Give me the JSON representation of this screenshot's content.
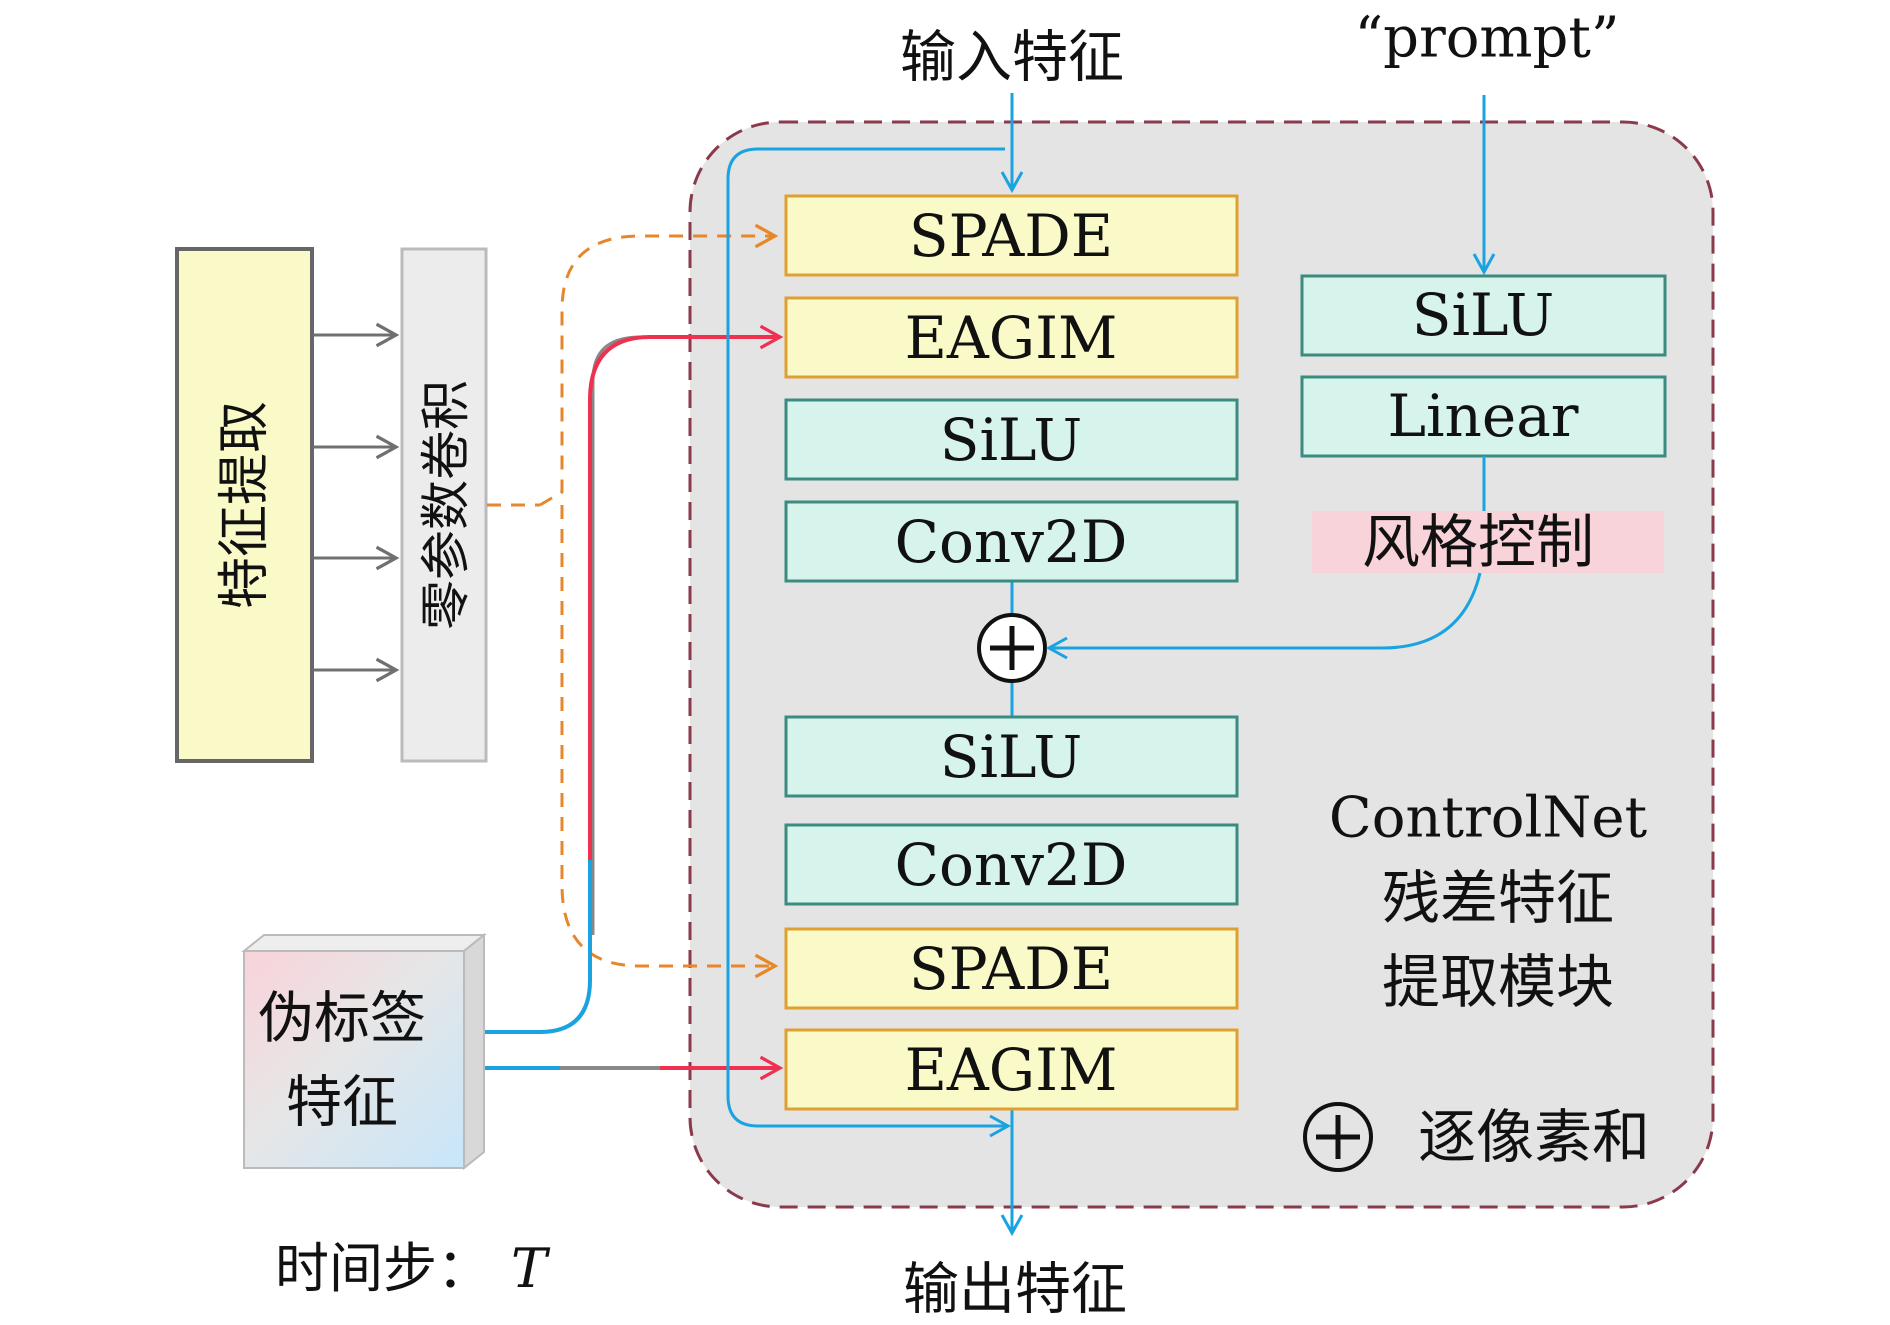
{
  "colors": {
    "module_bg": "#e4e4e4",
    "module_border": "#8a3a4a",
    "yellow_fill": "#fafac8",
    "yellow_border": "#e0a030",
    "teal_fill": "#d6f3ec",
    "teal_border": "#3a8c80",
    "blue_line": "#1aa3e0",
    "red_line": "#f03050",
    "orange_dash": "#e8862a",
    "gray_arrow": "#707070",
    "pink_bg": "#f9d3da",
    "light_blue": "#c8e6fa"
  },
  "labels": {
    "input_feature": "输入特征",
    "output_feature": "输出特征",
    "prompt": "“prompt”",
    "feature_extract": "特征提取",
    "zero_conv": "零参数卷积",
    "pseudo_label_1": "伪标签",
    "pseudo_label_2": "特征",
    "timestep_prefix": "时间步：",
    "timestep_var": "T",
    "style_control": "风格控制",
    "module_name_1": "ControlNet",
    "module_name_2": "残差特征",
    "module_name_3": "提取模块",
    "plus_legend": "逐像素和"
  },
  "blocks": {
    "spade_top": "SPADE",
    "eagim_top": "EAGIM",
    "silu_1": "SiLU",
    "conv_1": "Conv2D",
    "silu_2": "SiLU",
    "conv_2": "Conv2D",
    "spade_bottom": "SPADE",
    "eagim_bottom": "EAGIM",
    "silu_prompt": "SiLU",
    "linear_prompt": "Linear"
  }
}
